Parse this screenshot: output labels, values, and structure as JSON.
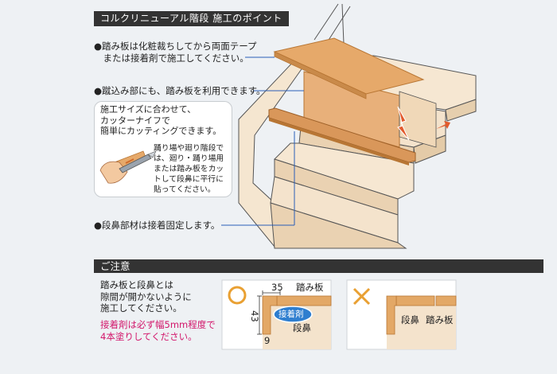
{
  "title": "コルクリニューアル階段 施工のポイント",
  "callouts": {
    "tread": "●踏み板は化粧裁ちしてから両面テープ\n　または接着剤で施工してください。",
    "riser": "●蹴込み部にも、踏み板を利用できます。",
    "nosing": "●段鼻部材は接着固定します。"
  },
  "tip": {
    "main": "施工サイズに合わせて、\nカッターナイフで\n簡単にカッティングできます。",
    "sub": "踊り場や廻り階段で\nは、廻り・踊り場用\nまたは踏み板をカッ\nトして段鼻に平行に\n貼ってください。"
  },
  "caution": {
    "heading": "ご注意",
    "text": "踏み板と段鼻とは\n隙間が開かないように\n施工してください。",
    "red_text": "接着剤は必ず幅5mm程度で\n4本塗りしてください。"
  },
  "good_example": {
    "mark": "○",
    "dim_width": "35",
    "dim_height": "43",
    "dim_bottom": "9",
    "label_tread": "踏み板",
    "label_nosing": "段鼻",
    "label_adhesive": "接着剤"
  },
  "bad_example": {
    "mark": "×",
    "label_nosing": "段鼻",
    "label_tread": "踏み板"
  },
  "colors": {
    "wood": "#e3a866",
    "wood_edge": "#b87634",
    "stair_light": "#f4e3cc",
    "stair_mid": "#ead2b2",
    "good_mark": "#e9a032",
    "bad_mark": "#e9a032",
    "adhesive": "#2e7ecf",
    "alert_red": "#d2156a"
  }
}
